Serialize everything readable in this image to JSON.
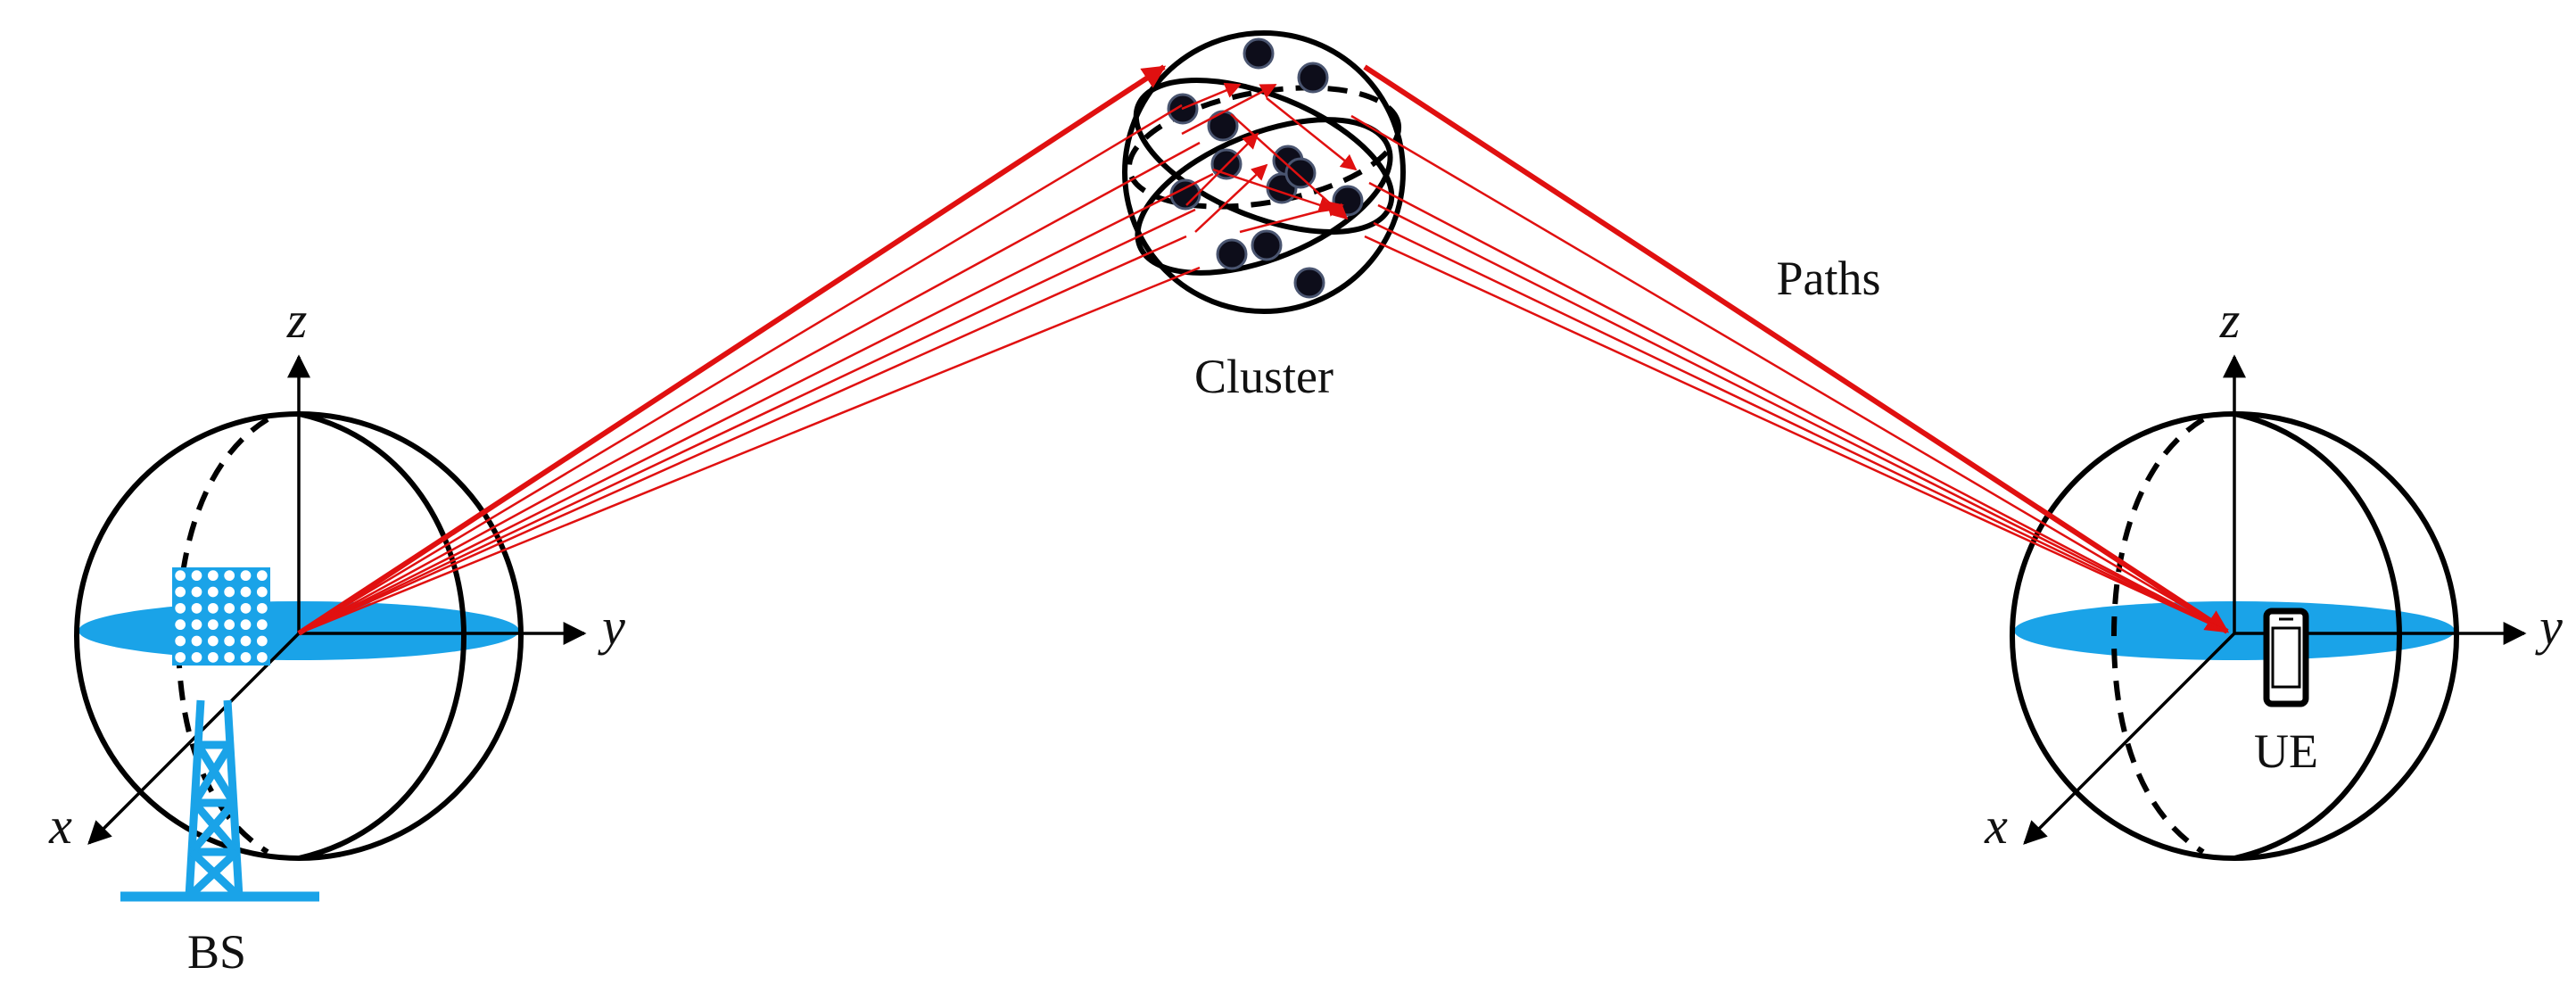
{
  "labels": {
    "cluster": "Cluster",
    "paths": "Paths",
    "bs": "BS",
    "ue": "UE"
  },
  "axes": {
    "bs": {
      "x": "x",
      "y": "y",
      "z": "z"
    },
    "ue": {
      "x": "x",
      "y": "y",
      "z": "z"
    }
  },
  "colors": {
    "path": "#e01010",
    "disc": "#1aa3e8",
    "equipment": "#1aa3e8",
    "scatterer": "#0d0d1a",
    "outline": "#000000"
  },
  "icons": {
    "base_station": "cell-tower-with-antenna-array-icon",
    "user_equipment": "mobile-phone-icon"
  }
}
